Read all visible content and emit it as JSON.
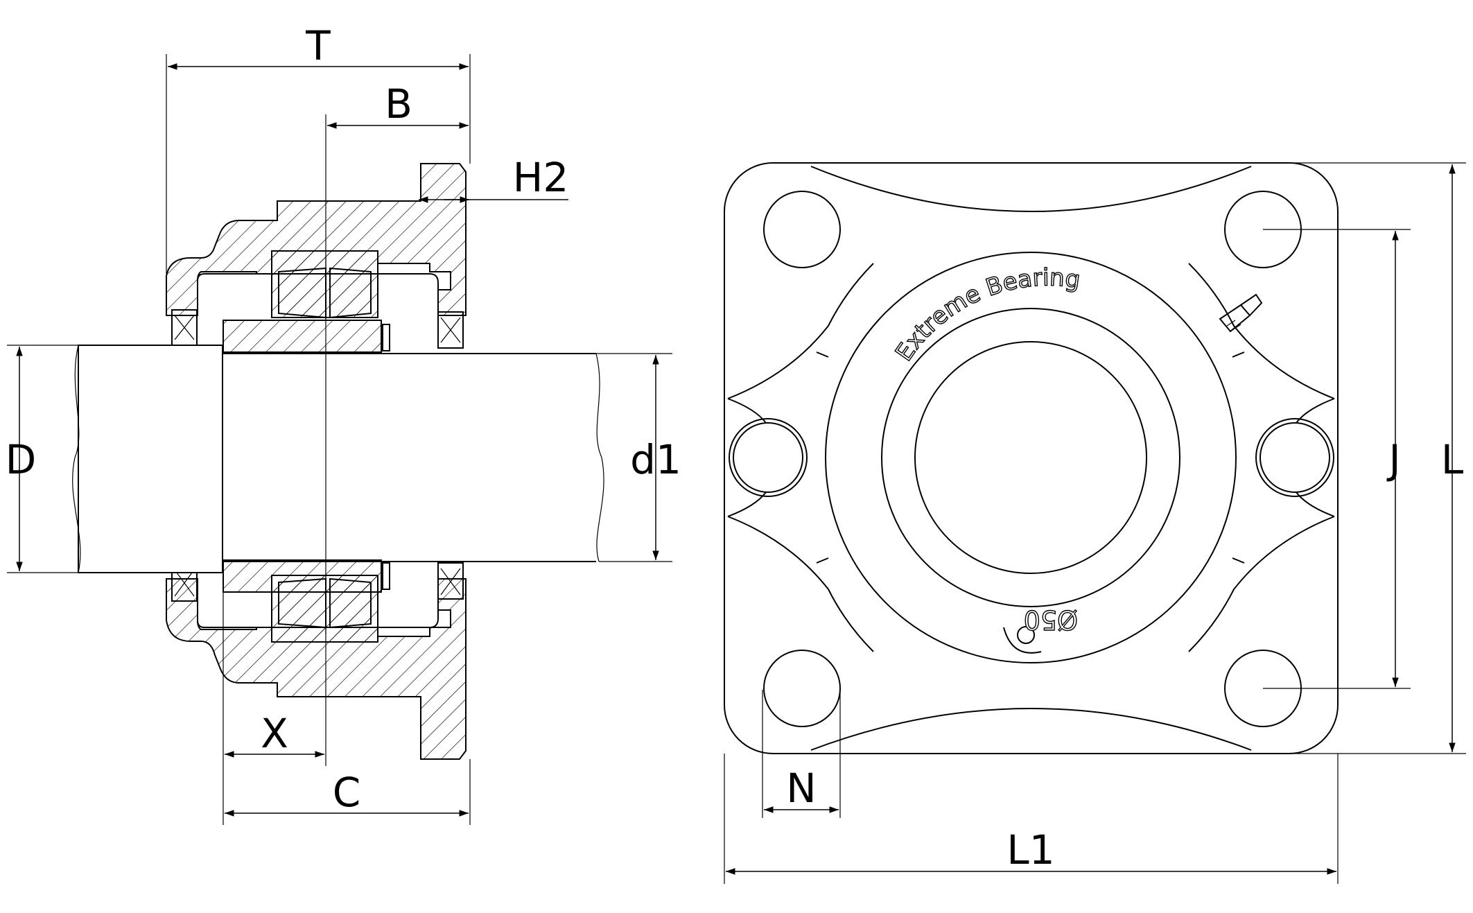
{
  "dimensions": {
    "T": "T",
    "B": "B",
    "H2": "H2",
    "D": "D",
    "d1": "d1",
    "X": "X",
    "C": "C",
    "N": "N",
    "L1": "L1",
    "J": "J",
    "L": "L"
  },
  "housing": {
    "brand": "Extreme Bearing",
    "bore_mark": "Ø50"
  },
  "colors": {
    "line": "#000000",
    "background": "#ffffff"
  }
}
